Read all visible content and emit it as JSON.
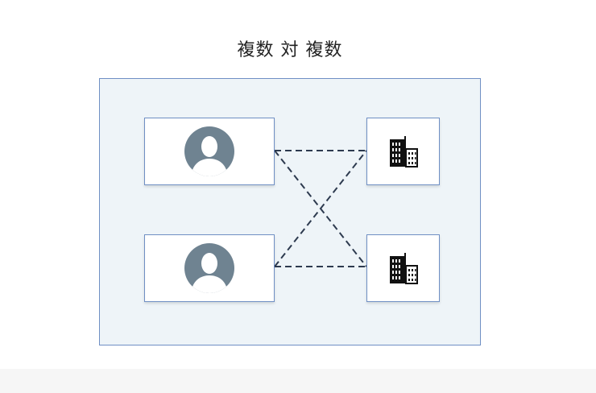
{
  "title": "複数 対 複数",
  "colors": {
    "frame_border": "#6f8fc4",
    "frame_fill": "#eef4f8",
    "avatar": "#6f8391",
    "link": "#2d3a4f"
  },
  "nodes": {
    "people": [
      {
        "icon": "person-avatar-icon"
      },
      {
        "icon": "person-avatar-icon"
      }
    ],
    "organizations": [
      {
        "icon": "office-building-icon"
      },
      {
        "icon": "office-building-icon"
      }
    ]
  },
  "links": [
    {
      "from": "person-1",
      "to": "org-1",
      "style": "dashed"
    },
    {
      "from": "person-1",
      "to": "org-2",
      "style": "dashed"
    },
    {
      "from": "person-2",
      "to": "org-1",
      "style": "dashed"
    },
    {
      "from": "person-2",
      "to": "org-2",
      "style": "dashed"
    }
  ]
}
